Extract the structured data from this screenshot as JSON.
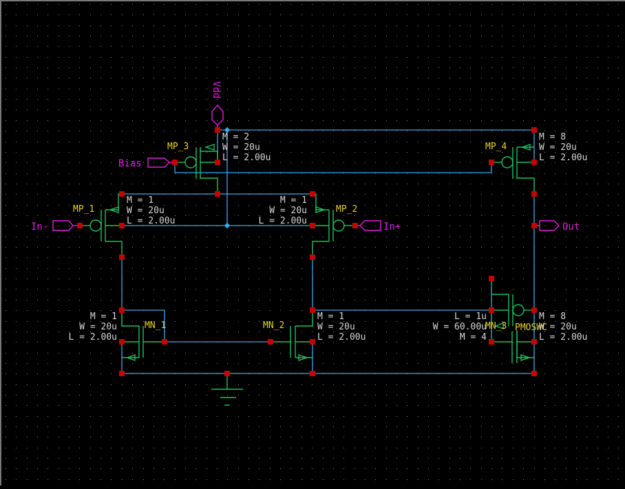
{
  "schematic": {
    "colors": {
      "background": "#000000",
      "wire": "#3aa8e8",
      "symbol": "#20c060",
      "pin": "#e020e0",
      "instance_label": "#e8d22a",
      "parameter_text": "#d8d8d8",
      "node": "#c80000",
      "grid_dot": "#8c8c8c"
    },
    "pins": {
      "vdd": "Vdd",
      "bias": "Bias",
      "in_minus": "In-",
      "in_plus": "In+",
      "out": "Out"
    },
    "devices": {
      "mp3": {
        "name": "MP_3",
        "m": "M = 2",
        "w": "W = 20u",
        "l": "L = 2.00u"
      },
      "mp4": {
        "name": "MP_4",
        "m": "M = 8",
        "w": "W = 20u",
        "l": "L = 2.00u"
      },
      "mp1": {
        "name": "MP_1",
        "m": "M = 1",
        "w": "W = 20u",
        "l": "L = 2.00u"
      },
      "mp2": {
        "name": "MP_2",
        "m": "M = 1",
        "w": "W = 20u",
        "l": "L = 2.00u"
      },
      "mn1": {
        "name": "MN_1",
        "m": "M = 1",
        "w": "W = 20u",
        "l": "L = 2.00u"
      },
      "mn2": {
        "name": "MN_2",
        "m": "M = 1",
        "w": "W = 20u",
        "l": "L = 2.00u"
      },
      "mn3": {
        "name": "MN_3",
        "m": "M = 8",
        "w": "W = 20u",
        "l": "L = 2.00u"
      },
      "pmoswc": {
        "name": "PMOSWC",
        "l": "L = 1u",
        "w": "W = 60.00u",
        "m": "M = 4"
      }
    }
  }
}
